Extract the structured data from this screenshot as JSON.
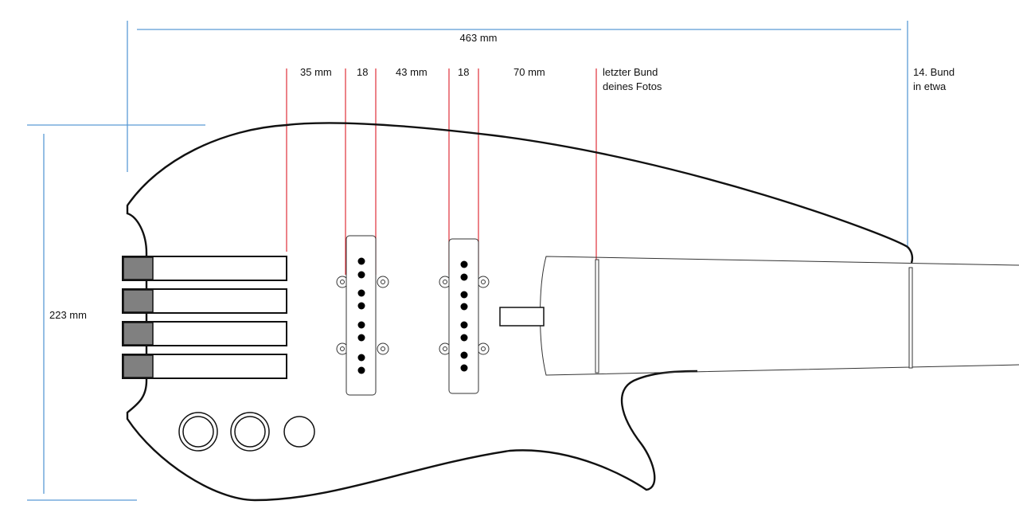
{
  "dimensions": {
    "total_length": "463 mm",
    "body_height": "223 mm",
    "gap_1": "35 mm",
    "pickup_1_width": "18",
    "gap_2": "43 mm",
    "pickup_2_width": "18",
    "gap_3": "70 mm"
  },
  "notes": {
    "last_fret_line1": "letzter Bund",
    "last_fret_line2": "deines Fotos",
    "fret14_line1": "14. Bund",
    "fret14_line2": "in etwa"
  },
  "colors": {
    "dimension_line": "#5b9bd5",
    "marker_line": "#e0303a",
    "outline": "#111111",
    "tuner_knob": "#808080"
  }
}
